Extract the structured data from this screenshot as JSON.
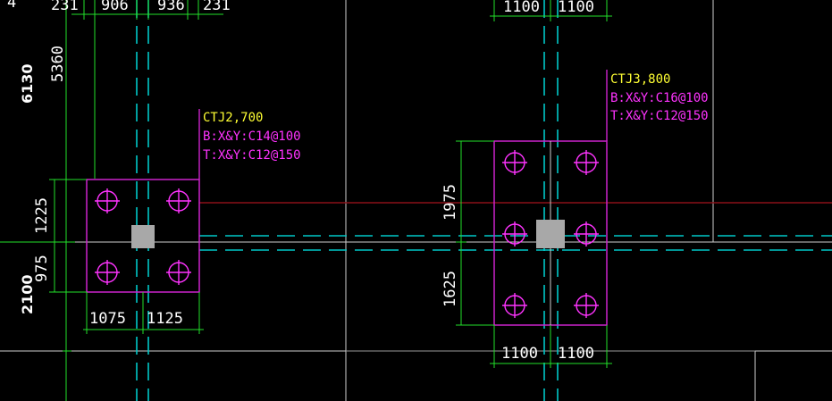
{
  "colors": {
    "background": "#000000",
    "axis_white": "#cfcfcf",
    "axis_cyan": "#00c8c8",
    "dimension": "#22e02a",
    "footing": "#cc22cc",
    "pile": "#ff33ff",
    "column": "#a8a8a8",
    "beam_red": "#8a1018",
    "label_title": "#ffff33",
    "label_rebar": "#ff33ff"
  },
  "top_left_dims": {
    "d1": "231",
    "d2": "906",
    "d3": "936",
    "d4": "231",
    "partial": "4"
  },
  "left_dims": {
    "outer": "6130",
    "inner": "5360",
    "bottom": "2100"
  },
  "footing_ctj2": {
    "title": "CTJ2,700",
    "bottom_rebar": "B:X&Y:C14@100",
    "top_rebar": "T:X&Y:C12@150",
    "dim_upper": "1225",
    "dim_lower": "975",
    "dim_left": "1075",
    "dim_right": "1125"
  },
  "footing_ctj3": {
    "title": "CTJ3,800",
    "bottom_rebar": "B:X&Y:C16@100",
    "top_rebar": "T:X&Y:C12@150",
    "dim_top_left": "1100",
    "dim_top_right": "1100",
    "dim_upper": "1975",
    "dim_lower": "1625",
    "dim_bottom_left": "1100",
    "dim_bottom_right": "1100"
  }
}
